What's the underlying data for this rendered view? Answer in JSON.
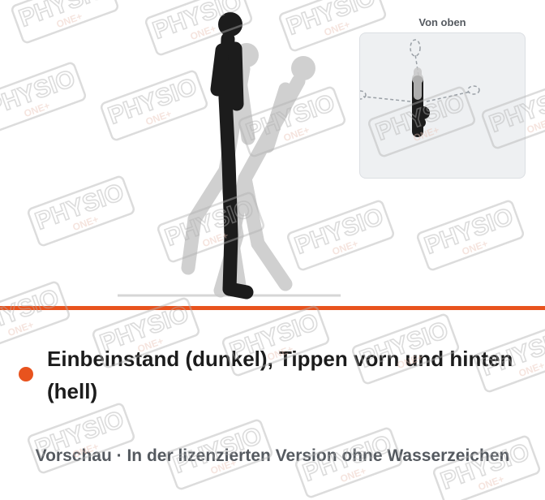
{
  "illustration": {
    "inset_title": "Von oben"
  },
  "caption": {
    "text": "Einbeinstand (dunkel), Tippen vorn und hinten (hell)"
  },
  "footer": {
    "note": "Vorschau · In der lizenzierten Version ohne Wasserzeichen"
  },
  "watermark": {
    "main": "PHYSIO",
    "sub": "ONE+"
  },
  "colors": {
    "accent": "#e8531e",
    "figure_dark": "#1c1c1c",
    "figure_light": "#c8c8c8",
    "text": "#1c1c1c",
    "muted_text": "#555a60"
  }
}
